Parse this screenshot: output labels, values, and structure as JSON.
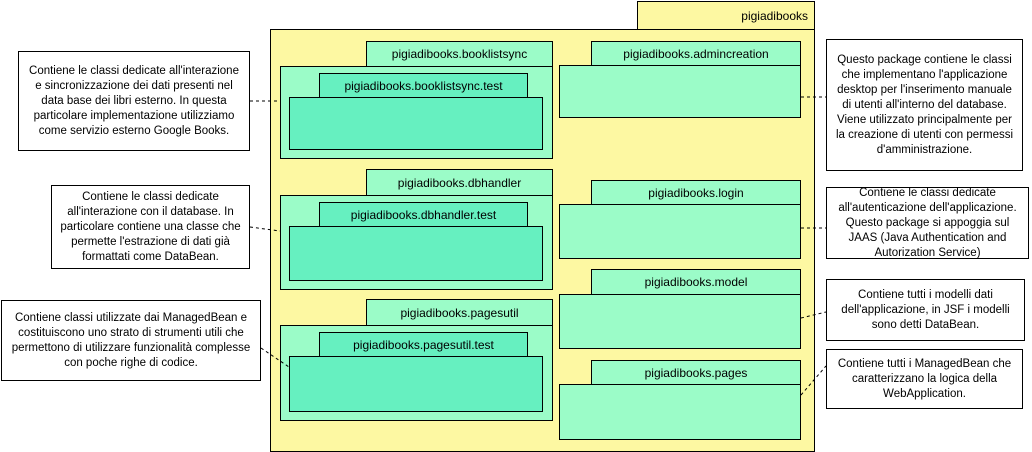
{
  "root_package": "pigiadibooks",
  "packages": {
    "booklistsync": "pigiadibooks.booklistsync",
    "booklistsync_test": "pigiadibooks.booklistsync.test",
    "dbhandler": "pigiadibooks.dbhandler",
    "dbhandler_test": "pigiadibooks.dbhandler.test",
    "pagesutil": "pigiadibooks.pagesutil",
    "pagesutil_test": "pigiadibooks.pagesutil.test",
    "admincreation": "pigiadibooks.admincreation",
    "login": "pigiadibooks.login",
    "model": "pigiadibooks.model",
    "pages": "pigiadibooks.pages"
  },
  "notes": {
    "booklistsync": "Contiene le classi dedicate all'interazione e sincronizzazione dei dati presenti nel data base dei libri esterno. In questa particolare implementazione utilizziamo come servizio esterno Google Books.",
    "dbhandler": "Contiene le classi dedicate all'interazione con il database. In particolare contiene una classe che permette l'estrazione di dati già formattati come DataBean.",
    "pagesutil": "Contiene classi utilizzate dai ManagedBean e costituiscono uno strato di strumenti utili che permettono di utilizzare funzionalità complesse con poche righe di codice.",
    "admincreation": "Questo package contiene le classi che implementano l'applicazione desktop per l'inserimento manuale di utenti all'interno del database. Viene utilizzato principalmente per la creazione di utenti con permessi d'amministrazione.",
    "login": "Contiene le classi dedicate all'autenticazione dell'applicazione. Questo package si appoggia sul JAAS (Java Authentication and Autorization Service)",
    "model": "Contiene tutti i modelli dati dell'applicazione, in JSF i modelli sono detti DataBean.",
    "pages": "Contiene tutti i ManagedBean che caratterizzano la logica della WebApplication."
  }
}
